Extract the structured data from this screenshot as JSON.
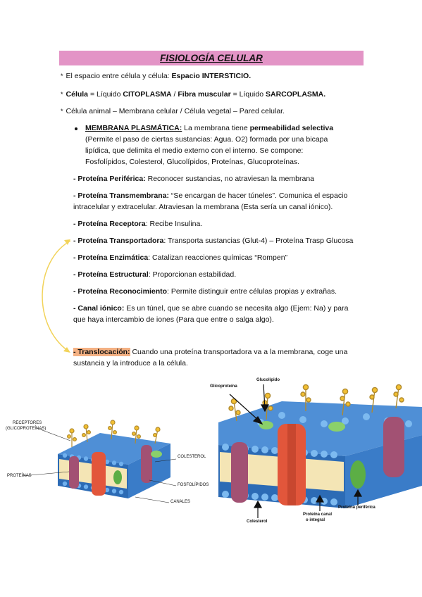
{
  "title": "FISIOLOGÍA CELULAR",
  "lines": {
    "l1_pre": "El espacio entre célula y célula: ",
    "l1_bold": "Espacio INTERSTICIO.",
    "l2_a": "Célula",
    "l2_b": " = Líquido ",
    "l2_c": "CITOPLASMA",
    "l2_d": "  /  ",
    "l2_e": "Fibra muscular",
    "l2_f": " = Líquido ",
    "l2_g": "SARCOPLASMA.",
    "l3": "Célula animal – Membrana celular /  Célula vegetal – Pared celular."
  },
  "membrana": {
    "head": "MEMBRANA PLASMÁTICA:",
    "t1": " La membrana tiene ",
    "t1_bold": "permeabilidad selectiva",
    "t2": "(Permite el paso de ciertas sustancias: Agua. O2) formada por una bicapa",
    "t3": "lipídica, que delimita el medio externo con el interno.  Se compone:",
    "t4": "Fosfolípidos, Colesterol, Glucolípidos, Proteínas, Glucoproteínas."
  },
  "items": {
    "periferica_b": "- Proteína Periférica:",
    "periferica_t": " Reconocer sustancias, no atraviesan la membrana",
    "trans_b": "- Proteína Transmembrana:",
    "trans_t1": " “Se encargan de hacer túneles”.  Comunica el espacio",
    "trans_t2": "intracelular y extracelular. Atraviesan la membrana  (Esta sería un canal iónico).",
    "receptora_b": "- Proteína Receptora",
    "receptora_t": ": Recibe Insulina.",
    "transport_b": "- Proteína Transportadora",
    "transport_t": ": Transporta sustancias (Glut-4) – Proteína Trasp Glucosa",
    "enzim_b": "- Proteína Enzimática",
    "enzim_t": ": Catalizan reacciones químicas “Rompen”",
    "estruct_b": "- Proteína Estructural",
    "estruct_t": ": Proporcionan estabilidad.",
    "recon_b": "- Proteína Reconocimiento",
    "recon_t": ": Permite distinguir entre células propias y extrañas.",
    "canal_b": "- Canal iónico:",
    "canal_t1": " Es un túnel, que se abre cuando se necesita algo (Ejem: Na) y para",
    "canal_t2": "que haya intercambio de iones (Para que entre o salga algo).",
    "transloc_b": "- Translocación:",
    "transloc_t1": " Cuando una proteína transportadora va a la membrana, coge una",
    "transloc_t2": "sustancia y la introduce a la célula."
  },
  "figure_left": {
    "receptores": "RECEPTORES",
    "glicoproteinas": "(GLICOPROTEÍNAS)",
    "proteinas": "PROTEÍNAS",
    "colesterol": "COLESTEROL",
    "fosfolipidos": "FOSFOLÍPIDOS",
    "canales": "CANALES"
  },
  "figure_right": {
    "glicoproteina": "Glicoproteína",
    "glucolipido": "Glucolípido",
    "colesterol": "Colesterol",
    "canal1": "Proteína canal",
    "canal2": "o integral",
    "periferica": "Proteína periférica"
  },
  "colors": {
    "title_bg": "#e394c6",
    "highlight": "#f4b183",
    "arrow": "#f2d35a"
  }
}
